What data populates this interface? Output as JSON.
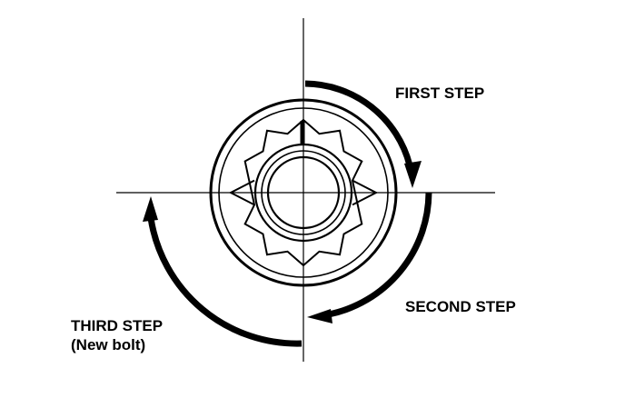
{
  "labels": {
    "first_step": "FIRST STEP",
    "second_step": "SECOND STEP",
    "third_step": "THIRD STEP",
    "third_step_note": "(New bolt)"
  },
  "colors": {
    "ink": "#000000",
    "background": "#ffffff"
  }
}
